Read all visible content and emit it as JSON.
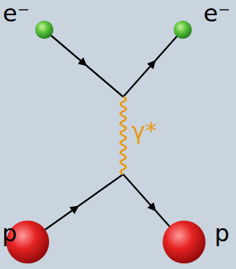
{
  "diagram": {
    "labels": [
      "e⁻",
      "e⁻",
      "γ*",
      "p",
      "p"
    ]
  }
}
